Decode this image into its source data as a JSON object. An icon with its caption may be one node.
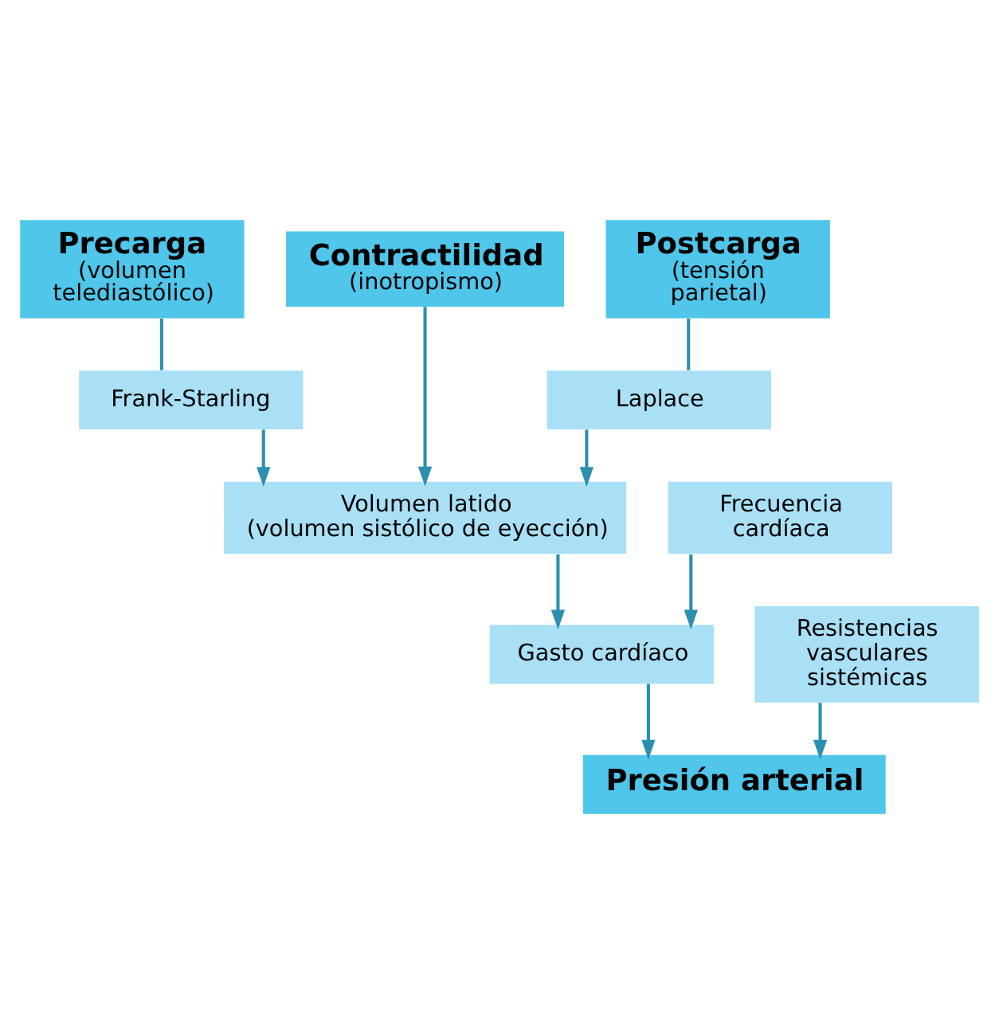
{
  "diagram": {
    "nodes": [
      {
        "text": [
          "Precarga",
          "(volumen telediastólico)"
        ]
      },
      {
        "text": [
          "Postcarga",
          "(tensión parietal)"
        ]
      },
      {
        "text": [
          "Contractilidad",
          "(inotropismo)"
        ]
      },
      {
        "text": [
          "Frank-Starling"
        ]
      },
      {
        "text": [
          "Laplace"
        ]
      },
      {
        "text": [
          "Volumen latido",
          "(volumen sistólico de eyección)"
        ]
      },
      {
        "text": [
          "Frecuencia cardíaca"
        ]
      },
      {
        "text": [
          "Gasto cardíaco"
        ]
      },
      {
        "text": [
          "Resistencias vasculares sistémicas"
        ]
      },
      {
        "text": [
          "Presión arterial"
        ]
      }
    ],
    "edges": [
      {
        "from": 0,
        "to": 3,
        "arrow": "none"
      },
      {
        "from": 1,
        "to": 4,
        "arrow": "none"
      },
      {
        "from": 3,
        "to": 5,
        "arrow": "to"
      },
      {
        "from": 4,
        "to": 5,
        "arrow": "to"
      },
      {
        "from": 2,
        "to": 5,
        "arrow": "to"
      },
      {
        "from": 5,
        "to": 7,
        "arrow": "to"
      },
      {
        "from": 6,
        "to": 7,
        "arrow": "to"
      },
      {
        "from": 7,
        "to": 9,
        "arrow": "to"
      },
      {
        "from": 8,
        "to": 9,
        "arrow": "to"
      }
    ]
  }
}
